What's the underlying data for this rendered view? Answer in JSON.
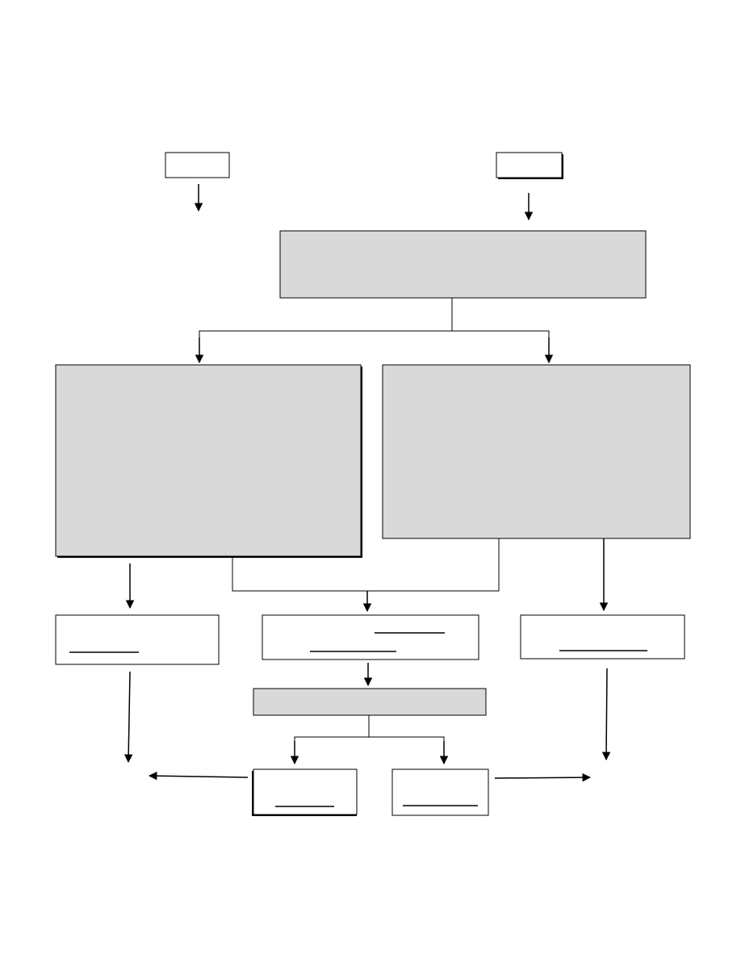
{
  "diagram": {
    "nodes": [
      {
        "id": "top-left",
        "label": ""
      },
      {
        "id": "top-right",
        "label": ""
      },
      {
        "id": "main",
        "label": ""
      },
      {
        "id": "mid-left",
        "label": ""
      },
      {
        "id": "mid-right",
        "label": ""
      },
      {
        "id": "result-left",
        "label": ""
      },
      {
        "id": "result-center",
        "label": ""
      },
      {
        "id": "result-right",
        "label": ""
      },
      {
        "id": "decision",
        "label": ""
      },
      {
        "id": "outcome-left",
        "label": ""
      },
      {
        "id": "outcome-right",
        "label": ""
      }
    ],
    "edges": [
      {
        "from": "top-left",
        "to": ""
      },
      {
        "from": "top-right",
        "to": "main"
      },
      {
        "from": "main",
        "to": "mid-left"
      },
      {
        "from": "main",
        "to": "mid-right"
      },
      {
        "from": "mid-left",
        "to": "result-left"
      },
      {
        "from": "mid-left",
        "to": "result-center"
      },
      {
        "from": "mid-right",
        "to": "result-center"
      },
      {
        "from": "mid-right",
        "to": "result-right"
      },
      {
        "from": "result-center",
        "to": "decision"
      },
      {
        "from": "decision",
        "to": "outcome-left"
      },
      {
        "from": "decision",
        "to": "outcome-right"
      },
      {
        "from": "result-left",
        "to": ""
      },
      {
        "from": "result-right",
        "to": ""
      },
      {
        "from": "outcome-left",
        "to": ""
      },
      {
        "from": "outcome-right",
        "to": ""
      }
    ]
  }
}
